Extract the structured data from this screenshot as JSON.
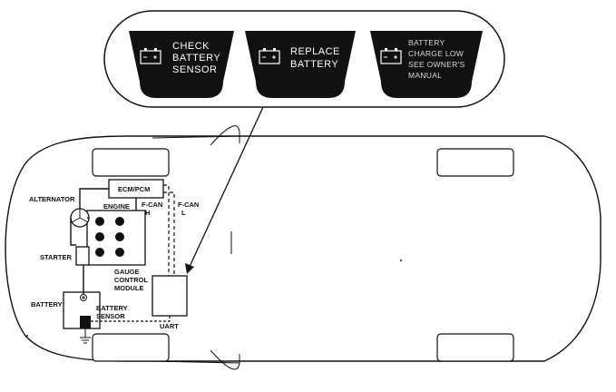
{
  "indicators": [
    {
      "lines": [
        "CHECK",
        "BATTERY",
        "SENSOR"
      ]
    },
    {
      "lines": [
        "REPLACE",
        "BATTERY"
      ]
    },
    {
      "lines": [
        "BATTERY",
        "CHARGE LOW",
        "SEE OWNER'S",
        "MANUAL"
      ]
    }
  ],
  "components": {
    "alternator": "ALTERNATOR",
    "ecm": "ECM/PCM",
    "engine": "ENGINE",
    "fcan_h": [
      "F-CAN",
      "H"
    ],
    "fcan_l": [
      "F-CAN",
      "L"
    ],
    "starter": "STARTER",
    "gauge": [
      "GAUGE",
      "CONTROL",
      "MODULE"
    ],
    "battery": "BATTERY",
    "battery_sensor": [
      "BATTERY",
      "SENSOR"
    ],
    "uart": "UART"
  },
  "icons": {
    "battery_symbol": "battery-icon",
    "ground": "ground-icon"
  }
}
